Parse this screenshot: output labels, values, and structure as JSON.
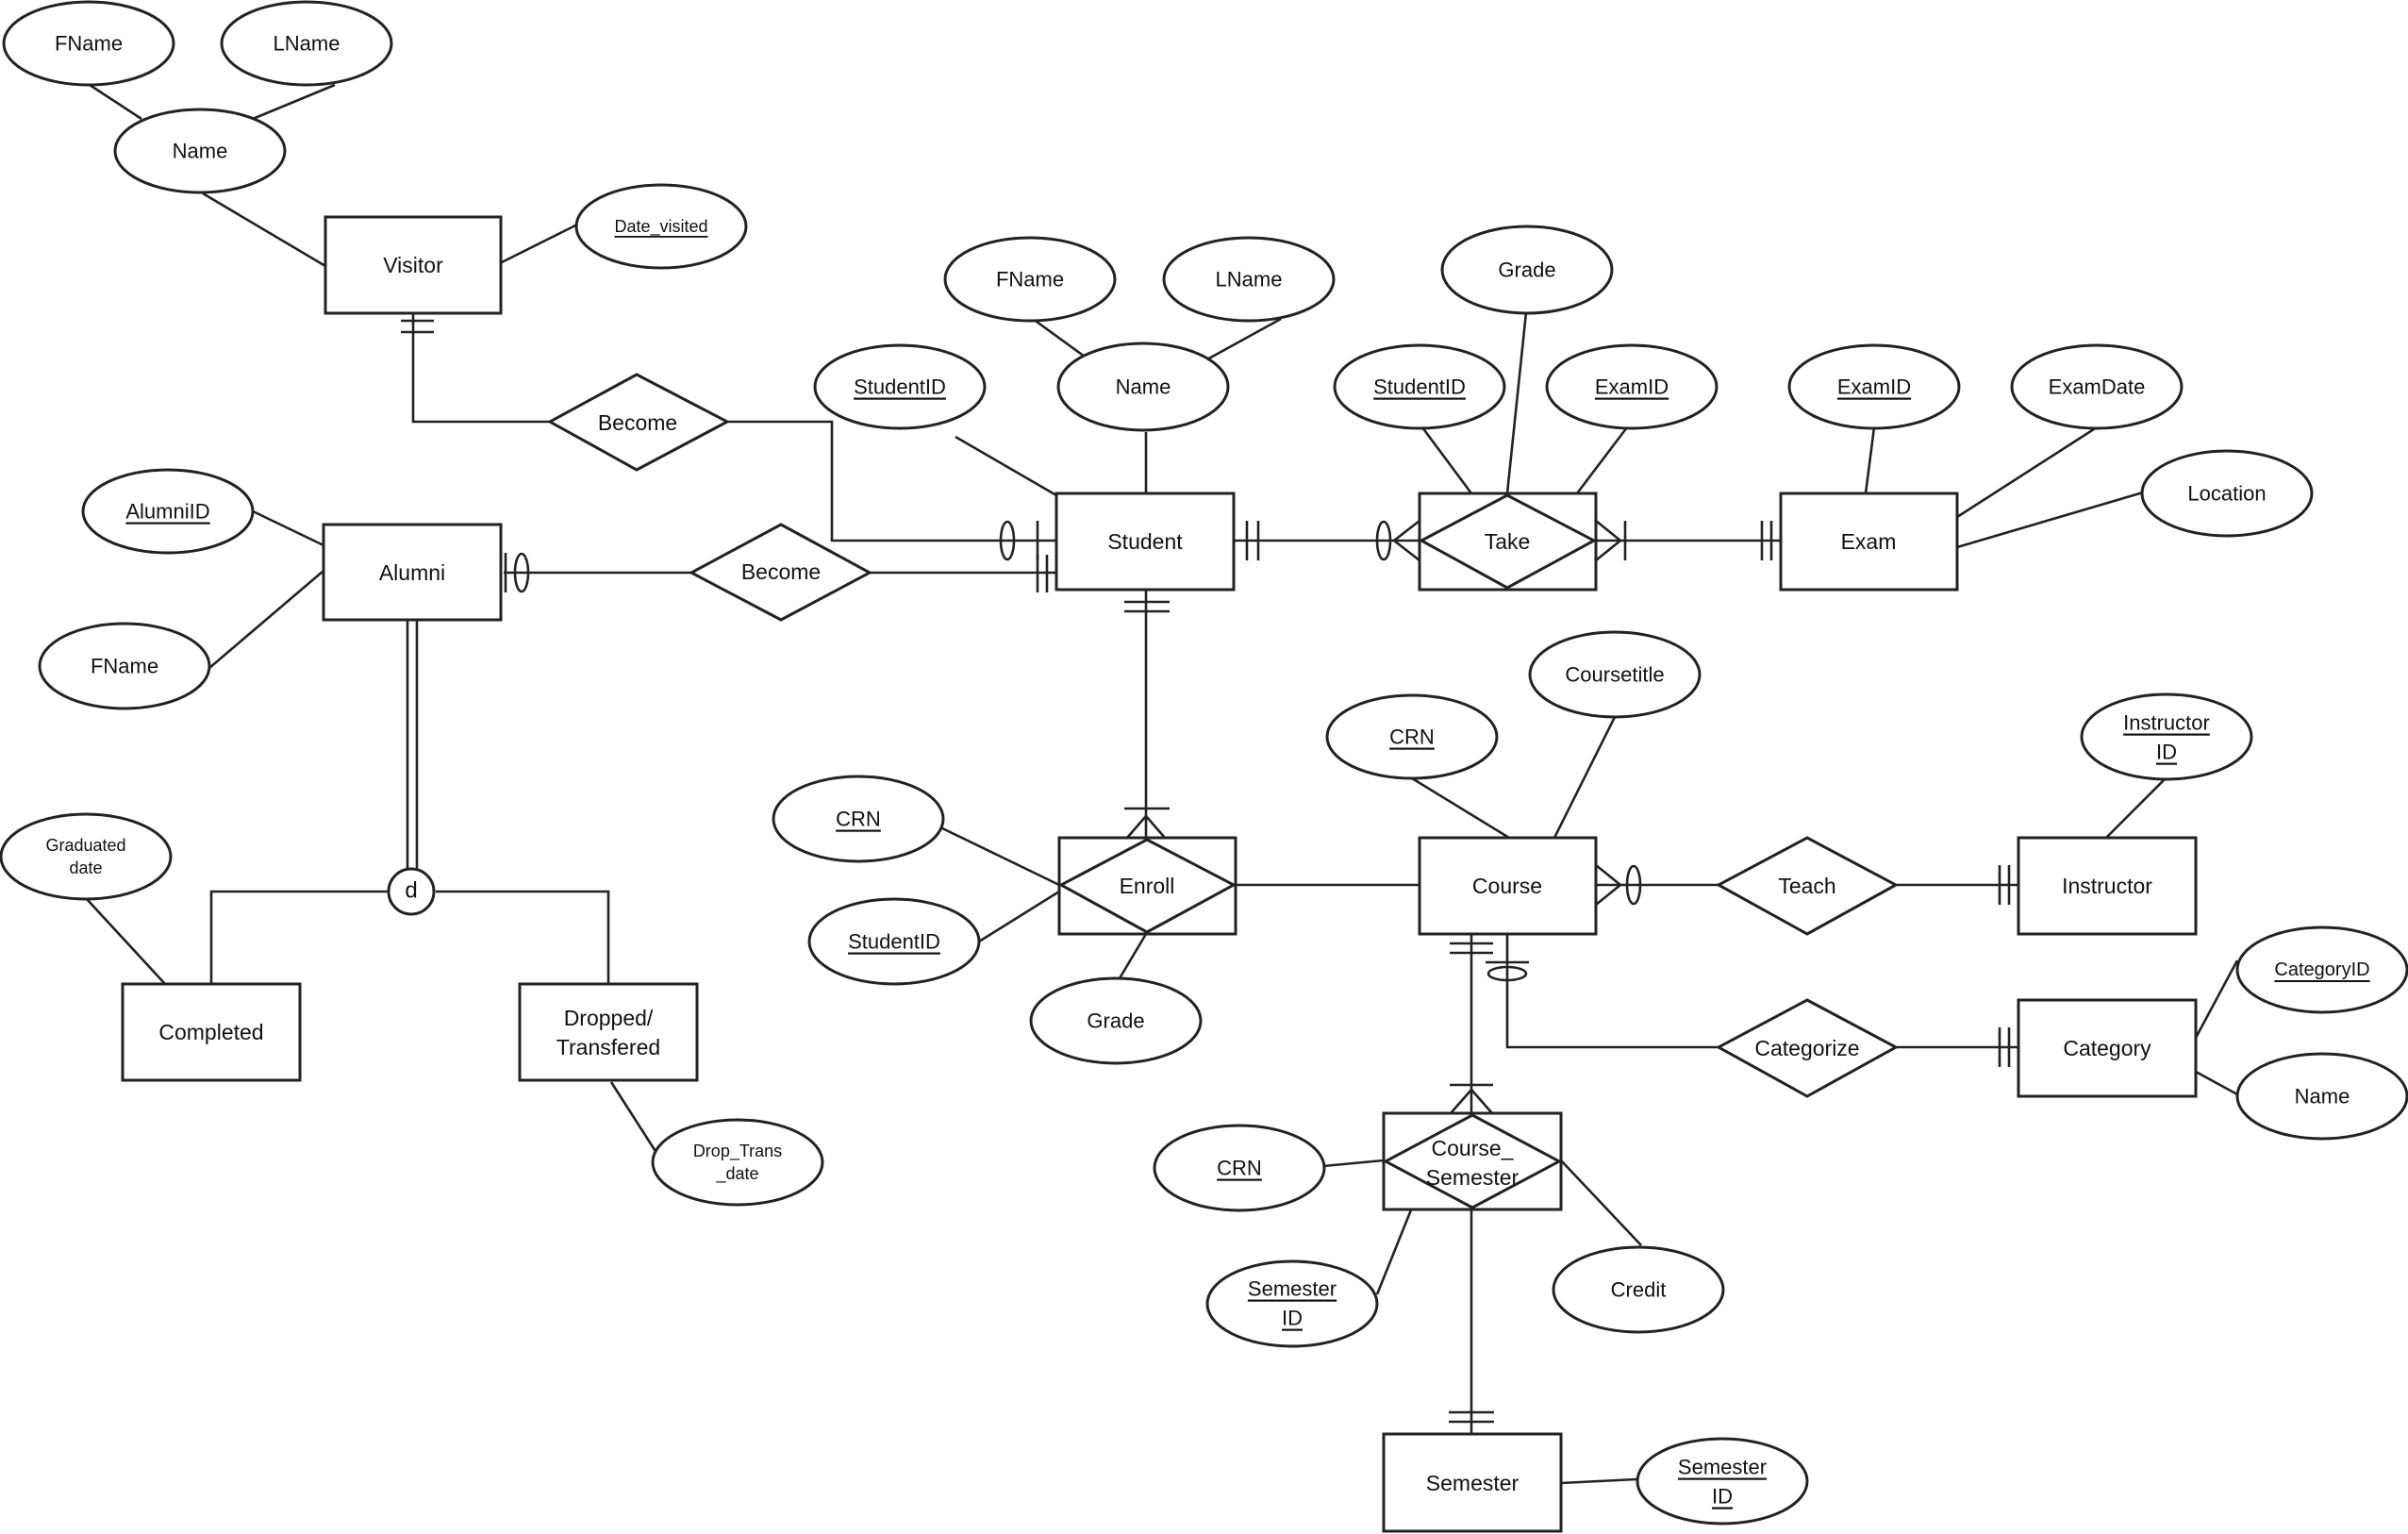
{
  "entities": {
    "visitor": "Visitor",
    "alumni": "Alumni",
    "student": "Student",
    "exam": "Exam",
    "course": "Course",
    "instructor": "Instructor",
    "category": "Category",
    "semester": "Semester",
    "completed": "Completed",
    "dropped_1": "Dropped/",
    "dropped_2": "Transfered"
  },
  "relationships": {
    "become_visitor": "Become",
    "become_alumni": "Become",
    "take": "Take",
    "enroll": "Enroll",
    "teach": "Teach",
    "categorize": "Categorize",
    "course_semester_1": "Course_",
    "course_semester_2": "Semester"
  },
  "attributes": {
    "visitor_fname": "FName",
    "visitor_lname": "LName",
    "visitor_name": "Name",
    "visitor_date_visited": "Date_visited",
    "student_fname": "FName",
    "student_lname": "LName",
    "student_name": "Name",
    "student_id": "StudentID",
    "take_grade": "Grade",
    "take_student_id": "StudentID",
    "take_exam_id": "ExamID",
    "exam_id": "ExamID",
    "exam_date": "ExamDate",
    "exam_location": "Location",
    "alumni_id": "AlumniID",
    "alumni_fname": "FName",
    "graduated_1": "Graduated",
    "graduated_2": "date",
    "drop_trans_1": "Drop_Trans",
    "drop_trans_2": "_date",
    "enroll_crn": "CRN",
    "enroll_student_id": "StudentID",
    "enroll_grade": "Grade",
    "course_crn": "CRN",
    "course_title": "Coursetitle",
    "instructor_id_1": "Instructor",
    "instructor_id_2": "ID",
    "category_id": "CategoryID",
    "category_name": "Name",
    "cs_crn": "CRN",
    "cs_semester_id_1": "Semester",
    "cs_semester_id_2": "ID",
    "cs_credit": "Credit",
    "semester_id_1": "Semester",
    "semester_id_2": "ID"
  },
  "disjoint": "d"
}
